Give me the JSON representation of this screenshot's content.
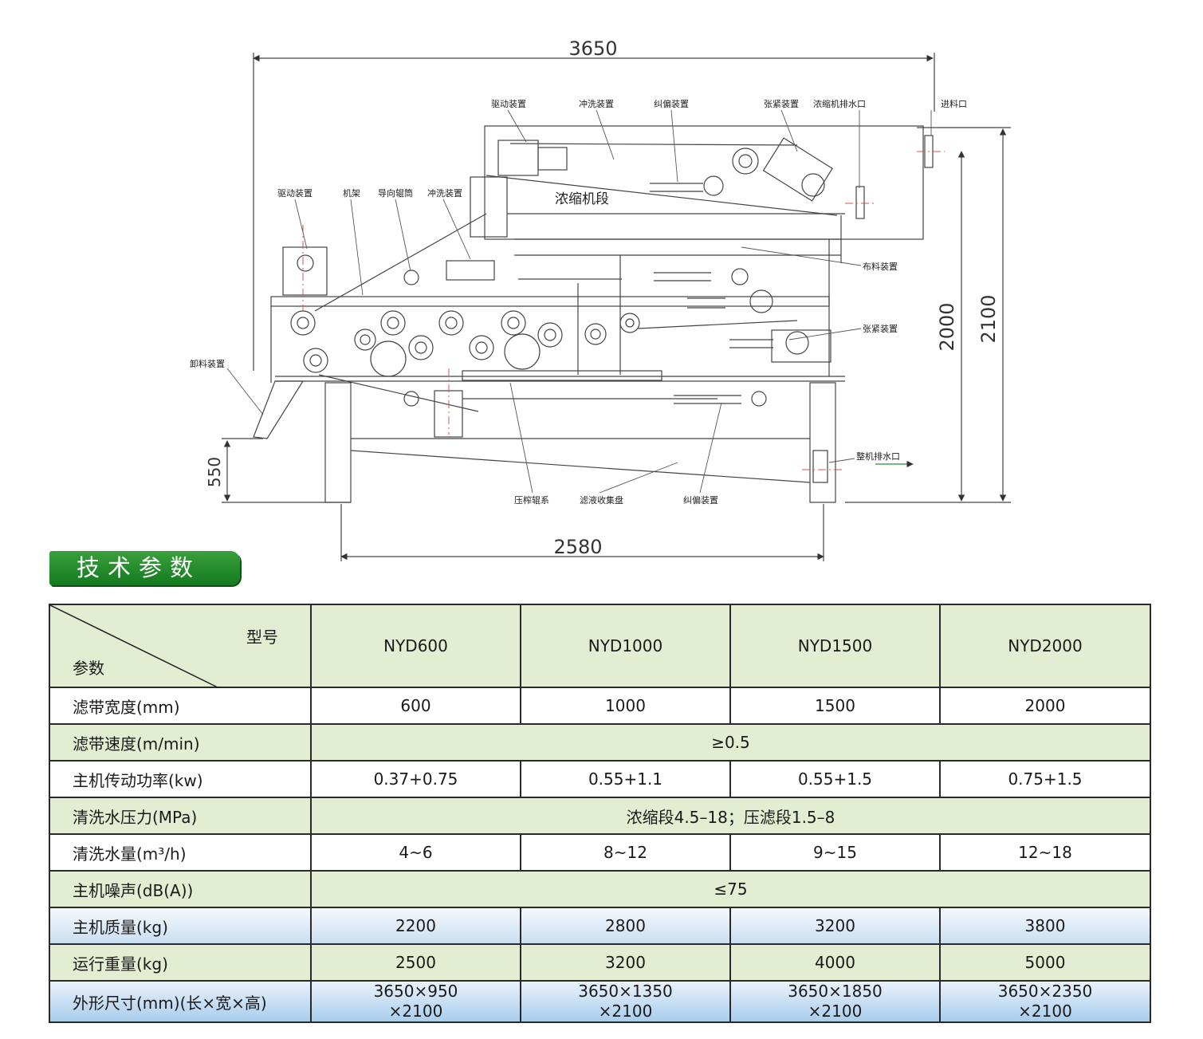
{
  "drawing": {
    "dims": {
      "overall_length": "3650",
      "base_length": "2580",
      "height_inner": "2000",
      "height_outer": "2100",
      "discharge_height": "550"
    },
    "labels": {
      "drive_top": "驱动装置",
      "wash_top": "冲洗装置",
      "correct_top": "纠偏装置",
      "tension_top": "张紧装置",
      "thickener_drain": "浓缩机排水口",
      "feed_inlet": "进料口",
      "thickening_section": "浓缩机段",
      "drive_left": "驱动装置",
      "frame": "机架",
      "guide_roller": "导向辊筒",
      "wash_left": "冲洗装置",
      "distributor": "布料装置",
      "tension_right": "张紧装置",
      "discharge": "卸料装置",
      "machine_drain": "整机排水口",
      "press_roller": "压榨辊系",
      "filtrate_tray": "滤液收集盘",
      "correct_bottom": "纠偏装置"
    }
  },
  "section_title": "技术参数",
  "table": {
    "corner_model": "型号",
    "corner_param": "参数",
    "models": [
      "NYD600",
      "NYD1000",
      "NYD1500",
      "NYD2000"
    ],
    "rows": [
      {
        "label": "滤带宽度(mm)",
        "values": [
          "600",
          "1000",
          "1500",
          "2000"
        ]
      },
      {
        "label": "滤带速度(m/min)",
        "merged": "≥0.5"
      },
      {
        "label": "主机传动功率(kw)",
        "values": [
          "0.37+0.75",
          "0.55+1.1",
          "0.55+1.5",
          "0.75+1.5"
        ]
      },
      {
        "label": "清洗水压力(MPa)",
        "merged": "浓缩段4.5–18；压滤段1.5–8"
      },
      {
        "label": "清洗水量(m³/h)",
        "values": [
          "4~6",
          "8~12",
          "9~15",
          "12~18"
        ]
      },
      {
        "label": "主机噪声(dB(A))",
        "merged": "≤75"
      },
      {
        "label": "主机质量(kg)",
        "values": [
          "2200",
          "2800",
          "3200",
          "3800"
        ]
      },
      {
        "label": "运行重量(kg)",
        "values": [
          "2500",
          "3200",
          "4000",
          "5000"
        ]
      },
      {
        "label": "外形尺寸(mm)(长×宽×高)",
        "values_line1": [
          "3650×950",
          "3650×1350",
          "3650×1850",
          "3650×2350"
        ],
        "values_line2": [
          "×2100",
          "×2100",
          "×2100",
          "×2100"
        ]
      }
    ]
  },
  "colors": {
    "green_row": "#e2edd2",
    "banner": "#1e8a2a",
    "blue_row": "#c9def2",
    "red_centerline": "#d9534f"
  }
}
